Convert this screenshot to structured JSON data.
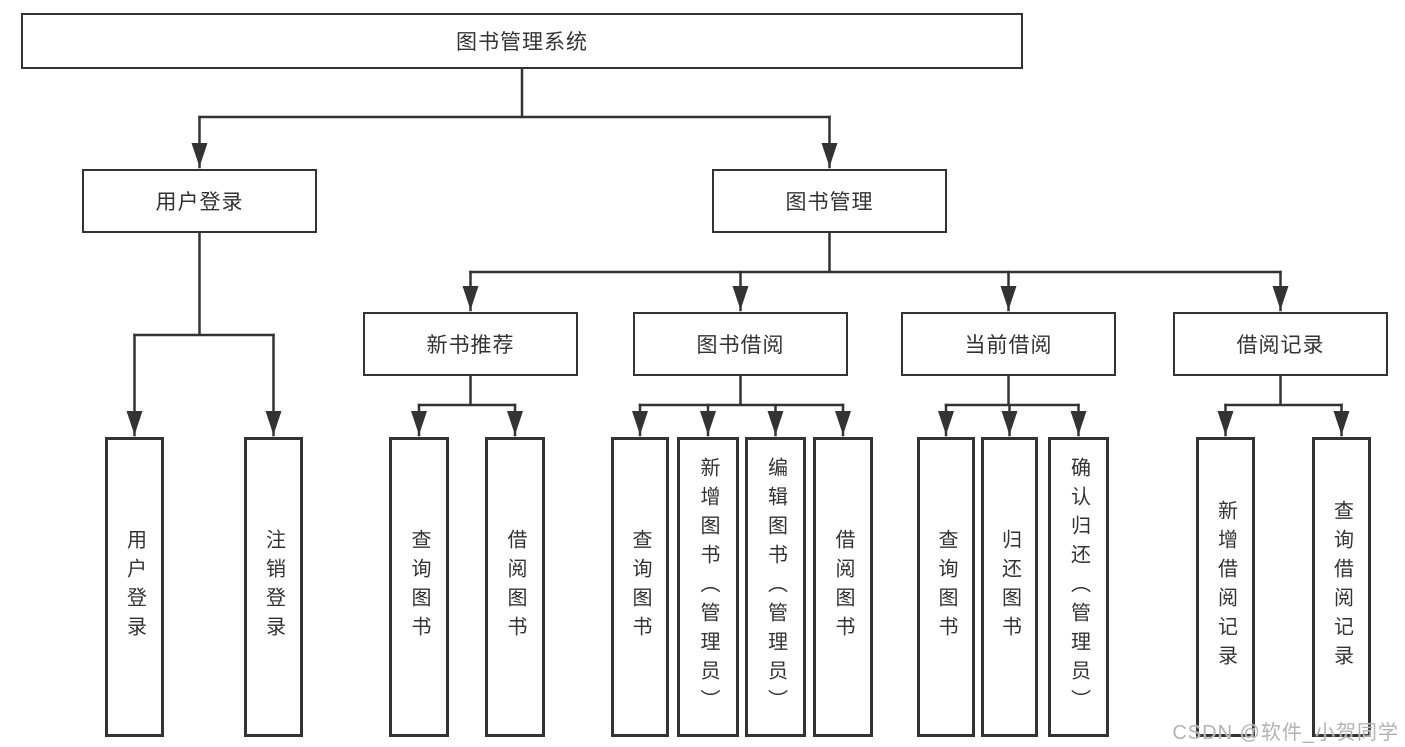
{
  "diagram": {
    "title": "图书管理系统",
    "type": "hierarchy-tree",
    "watermark": "CSDN @软件_小贺同学",
    "colors": {
      "line": "#333333",
      "border": "#333333",
      "text": "#333333",
      "background": "#ffffff",
      "watermark": "#b3b3b3"
    },
    "nodes": {
      "root": {
        "label": "图书管理系统"
      },
      "user_login": {
        "label": "用户登录"
      },
      "book_mgmt": {
        "label": "图书管理"
      },
      "login_leaf": {
        "label": "用户登录"
      },
      "logout_leaf": {
        "label": "注销登录"
      },
      "new_book_rec": {
        "label": "新书推荐"
      },
      "book_borrow": {
        "label": "图书借阅"
      },
      "current_borrow": {
        "label": "当前借阅"
      },
      "borrow_record": {
        "label": "借阅记录"
      },
      "nb_query": {
        "label": "查询图书"
      },
      "nb_borrow": {
        "label": "借阅图书"
      },
      "bb_query": {
        "label": "查询图书"
      },
      "bb_add": {
        "label": "新增图书（管理员）"
      },
      "bb_edit": {
        "label": "编辑图书（管理员）"
      },
      "bb_borrow": {
        "label": "借阅图书"
      },
      "cb_query": {
        "label": "查询图书"
      },
      "cb_return": {
        "label": "归还图书"
      },
      "cb_confirm": {
        "label": "确认归还（管理员）"
      },
      "br_add": {
        "label": "新增借阅记录"
      },
      "br_query": {
        "label": "查询借阅记录"
      }
    },
    "hierarchy": {
      "图书管理系统": {
        "用户登录": [
          "用户登录",
          "注销登录"
        ],
        "图书管理": {
          "新书推荐": [
            "查询图书",
            "借阅图书"
          ],
          "图书借阅": [
            "查询图书",
            "新增图书（管理员）",
            "编辑图书（管理员）",
            "借阅图书"
          ],
          "当前借阅": [
            "查询图书",
            "归还图书",
            "确认归还（管理员）"
          ],
          "借阅记录": [
            "新增借阅记录",
            "查询借阅记录"
          ]
        }
      }
    }
  }
}
